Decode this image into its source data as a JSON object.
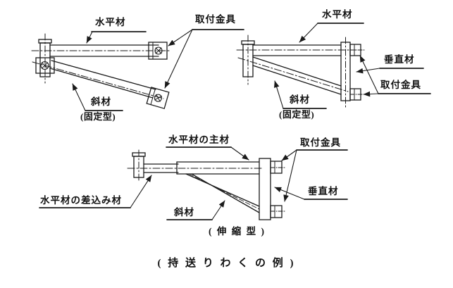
{
  "figure": {
    "caption": "( 持 送 り わ く の 例 )",
    "colors": {
      "line": "#1a1a1a",
      "background": "#ffffff"
    }
  },
  "diagrams": {
    "top_left": {
      "horizontal_member": "水平材",
      "mounting_bracket": "取付金具",
      "diagonal_member": "斜材",
      "type": "(固定型)"
    },
    "top_right": {
      "horizontal_member": "水平材",
      "vertical_member": "垂直材",
      "mounting_bracket": "取付金具",
      "diagonal_member": "斜材",
      "type": "(固定型)"
    },
    "bottom": {
      "horizontal_main_member": "水平材の主材",
      "mounting_bracket": "取付金具",
      "vertical_member": "垂直材",
      "horizontal_insert_member": "水平材の差込み材",
      "diagonal_member": "斜材",
      "type": "( 伸 縮 型 )"
    }
  }
}
